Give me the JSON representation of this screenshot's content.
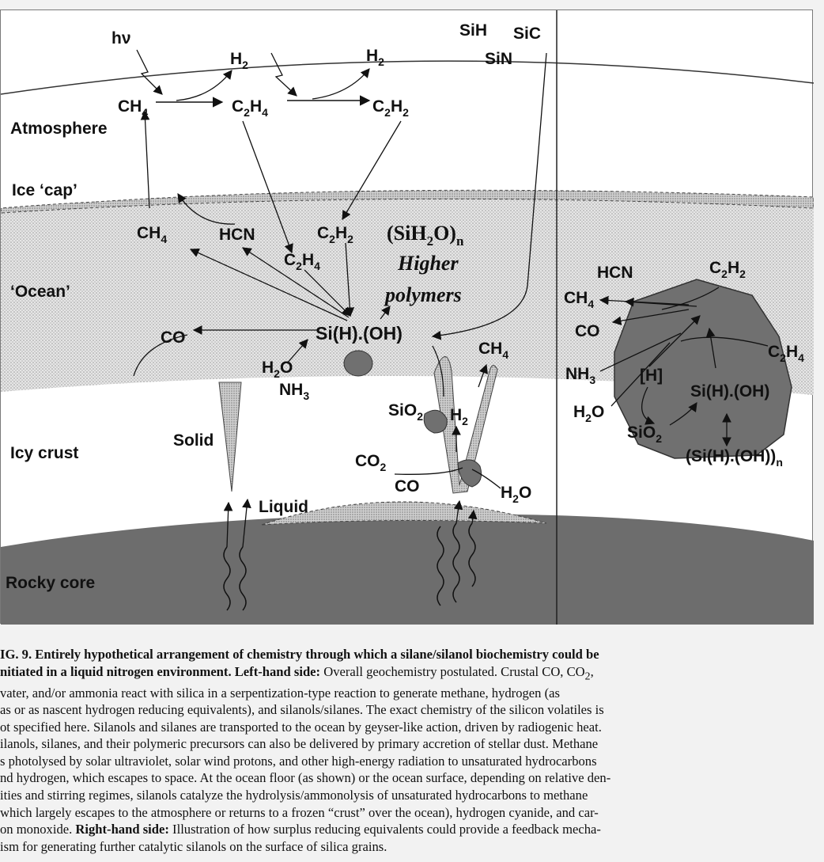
{
  "labels": {
    "hv": "hν",
    "h2_left": "H",
    "h2_left_sub": "2",
    "h2_right": "H",
    "h2_right_sub": "2",
    "sih": "SiH",
    "sic": "SiC",
    "sin": "SiN",
    "ch4_atm": "CH",
    "ch4_atm_sub": "4",
    "c2h4_atm": "C",
    "c2h4_atm_sub1": "2",
    "c2h4_atm_mid": "H",
    "c2h4_atm_sub2": "4",
    "c2h2_atm": "C",
    "c2h2_atm_sub1": "2",
    "c2h2_atm_mid": "H",
    "c2h2_atm_sub2": "2",
    "atmosphere": "Atmosphere",
    "ice_cap": "Ice ‘cap’",
    "ocean": "‘Ocean’",
    "icy_crust": "Icy crust",
    "rocky_core": "Rocky core",
    "solid": "Solid",
    "liquid": "Liquid",
    "ch4_ocean": "CH",
    "ch4_ocean_sub": "4",
    "hcn_ocean": "HCN",
    "c2h2_ocean": "C",
    "c2h2_ocean_sub1": "2",
    "c2h2_ocean_mid": "H",
    "c2h2_ocean_sub2": "2",
    "c2h4_ocean": "C",
    "c2h4_ocean_sub1": "2",
    "c2h4_ocean_mid": "H",
    "c2h4_ocean_sub2": "4",
    "sih2o": "(SiH",
    "sih2o_sub": "2",
    "sih2o_end": "O)",
    "sih2o_n": "n",
    "higher": "Higher",
    "polymers": "polymers",
    "co_ocean": "CO",
    "sihoh": "Si(H).(OH)",
    "h2o_left": "H",
    "h2o_left_sub": "2",
    "h2o_left_end": "O",
    "nh3_left": "NH",
    "nh3_left_sub": "3",
    "ch4_vent": "CH",
    "ch4_vent_sub": "4",
    "sio2_vent": "SiO",
    "sio2_vent_sub": "2",
    "h2_vent": "H",
    "h2_vent_sub": "2",
    "co2_vent": "CO",
    "co2_vent_sub": "2",
    "co_vent": "CO",
    "h2o_vent": "H",
    "h2o_vent_sub": "2",
    "h2o_vent_end": "O",
    "r_hcn": "HCN",
    "r_c2h2": "C",
    "r_c2h2_sub1": "2",
    "r_c2h2_mid": "H",
    "r_c2h2_sub2": "2",
    "r_ch4": "CH",
    "r_ch4_sub": "4",
    "r_co": "CO",
    "r_c2h4": "C",
    "r_c2h4_sub1": "2",
    "r_c2h4_mid": "H",
    "r_c2h4_sub2": "4",
    "r_nh3": "NH",
    "r_nh3_sub": "3",
    "r_h": "[H]",
    "r_sihoh": "Si(H).(OH)",
    "r_h2o": "H",
    "r_h2o_sub": "2",
    "r_h2o_end": "O",
    "r_sio2": "SiO",
    "r_sio2_sub": "2",
    "r_poly": "(Si(H).(OH))",
    "r_poly_sub": "n"
  },
  "colors": {
    "background": "#f2f2f2",
    "figure_bg": "#ffffff",
    "ocean_stipple": "#d9d9d9",
    "grain": "#707070",
    "core": "#6d6d6d",
    "ink": "#111111"
  },
  "caption": {
    "line1_bold": "IG. 9.  Entirely hypothetical arrangement of chemistry through which a silane/silanol biochemistry could be",
    "line2_bold": "nitiated in a liquid nitrogen environment. Left-hand side:",
    "line2_rest": " Overall geochemistry postulated. Crustal CO, CO",
    "line2_sub": "2",
    "line2_end": ",",
    "line3": "vater, and/or ammonia react with silica in a serpentization-type reaction to generate methane, hydrogen (as",
    "line4": "as or as nascent hydrogen reducing equivalents), and silanols/silanes. The exact chemistry of the silicon volatiles is",
    "line5": "ot specified here. Silanols and silanes are transported to the ocean by geyser-like action, driven by radiogenic heat.",
    "line6": "ilanols, silanes, and their polymeric precursors can also be delivered by primary accretion of stellar dust. Methane",
    "line7": "s photolysed by solar ultraviolet, solar wind protons, and other high-energy radiation to unsaturated hydrocarbons",
    "line8": "nd hydrogen, which escapes to space. At the ocean floor (as shown) or the ocean surface, depending on relative den-",
    "line9": "ities and stirring regimes, silanols catalyze the hydrolysis/ammonolysis of unsaturated hydrocarbons to methane",
    "line10": "which largely escapes to the atmosphere or returns to a frozen “crust” over the ocean), hydrogen cyanide, and car-",
    "line11_a": "on monoxide. ",
    "line11_bold": "Right-hand side:",
    "line11_b": " Illustration of how surplus reducing equivalents could provide a feedback mecha-",
    "line12": "ism for generating further catalytic silanols on the surface of silica grains."
  }
}
